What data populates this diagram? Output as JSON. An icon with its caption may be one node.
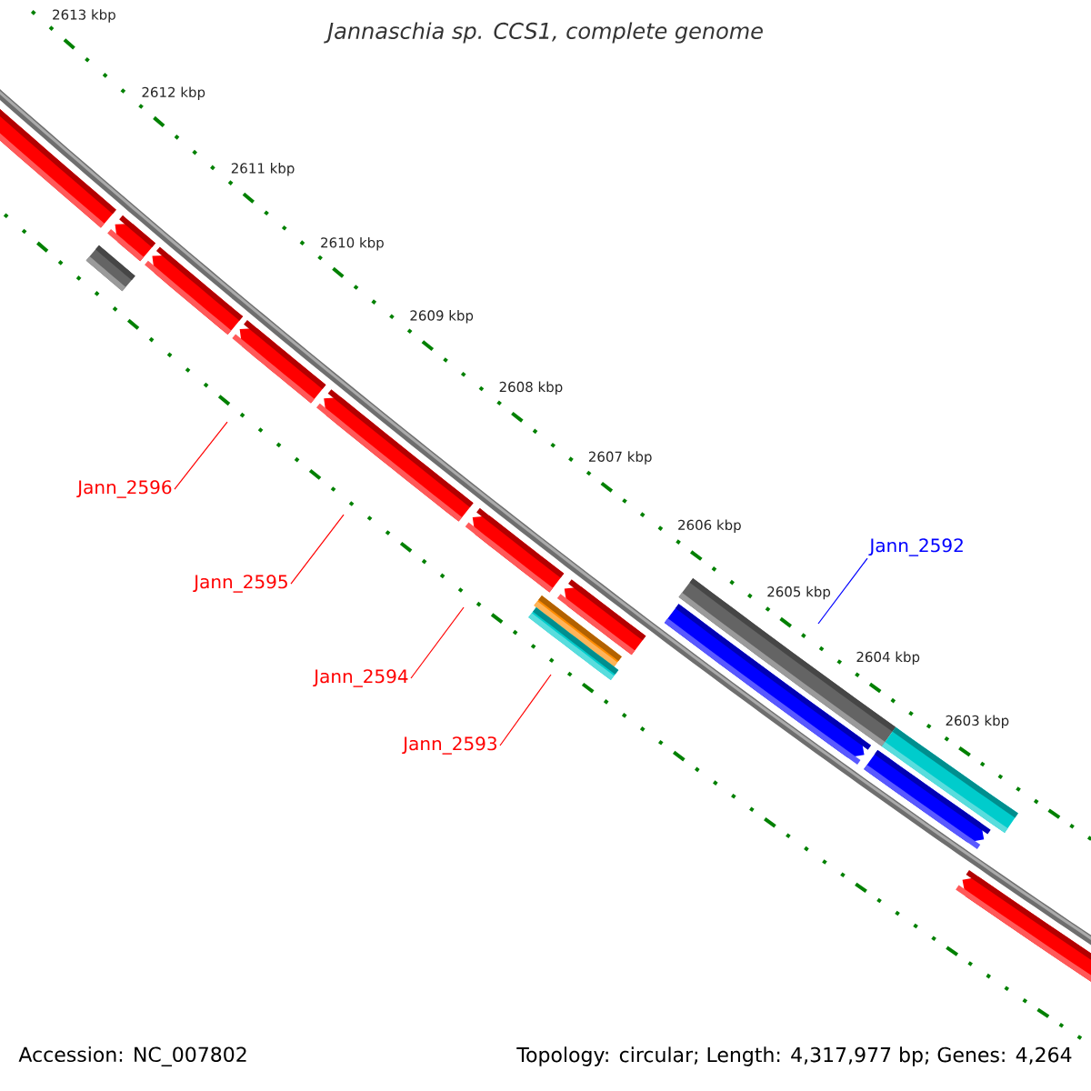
{
  "diagram": {
    "title": "Jannaschia sp. CCS1, complete genome",
    "nodes": [
      {
        "text": [
          "Jann_2596"
        ]
      },
      {
        "text": [
          "Jann_2595"
        ]
      },
      {
        "text": [
          "Jann_2594"
        ]
      },
      {
        "text": [
          "Jann_2593"
        ]
      },
      {
        "text": [
          "Jann_2592"
        ]
      }
    ],
    "edges": [
      {
        "from": 0,
        "to": null,
        "arrow": "none"
      },
      {
        "from": 1,
        "to": null,
        "arrow": "none"
      },
      {
        "from": 2,
        "to": null,
        "arrow": "none"
      },
      {
        "from": 3,
        "to": null,
        "arrow": "none"
      },
      {
        "from": 4,
        "to": null,
        "arrow": "none",
        "color": "#0000ff"
      }
    ],
    "labels": [
      "2613 kbp",
      "2612 kbp",
      "2611 kbp",
      "2610 kbp",
      "2609 kbp",
      "2608 kbp",
      "2607 kbp",
      "2606 kbp",
      "2605 kbp",
      "2604 kbp",
      "2603 kbp",
      "Accession: NC_007802",
      "Topology: circular; Length: 4,317,977 bp; Genes: 4,264"
    ]
  }
}
